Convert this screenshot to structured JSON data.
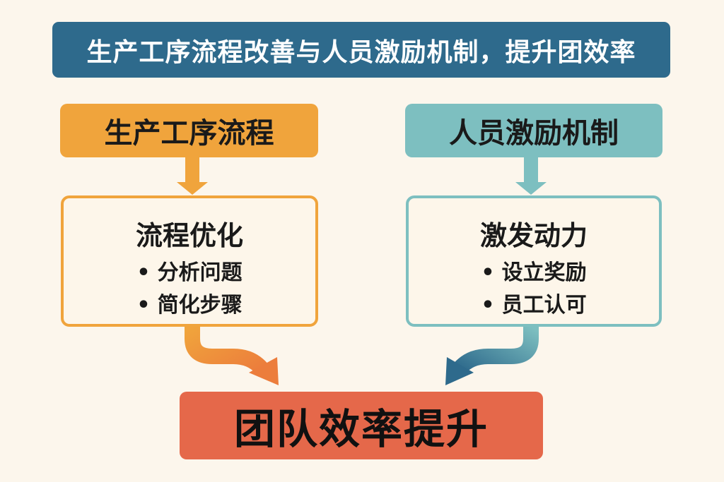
{
  "title": "生产工序流程改善与人员激励机制，提升团效率",
  "left_branch": {
    "header": "生产工序流程",
    "box_title": "流程优化",
    "bullets": [
      "分析问题",
      "简化步骤"
    ]
  },
  "right_branch": {
    "header": "人员激励机制",
    "box_title": "激发动力",
    "bullets": [
      "设立奖励",
      "员工认可"
    ]
  },
  "result": "团队效率提升",
  "colors": {
    "background": "#fcf6ec",
    "title_bg": "#2e6a8c",
    "left_accent": "#f0a43c",
    "right_accent": "#7dbfc0",
    "result_bg": "#e5684a",
    "right_curve_arrow": "#2e6a8c"
  }
}
